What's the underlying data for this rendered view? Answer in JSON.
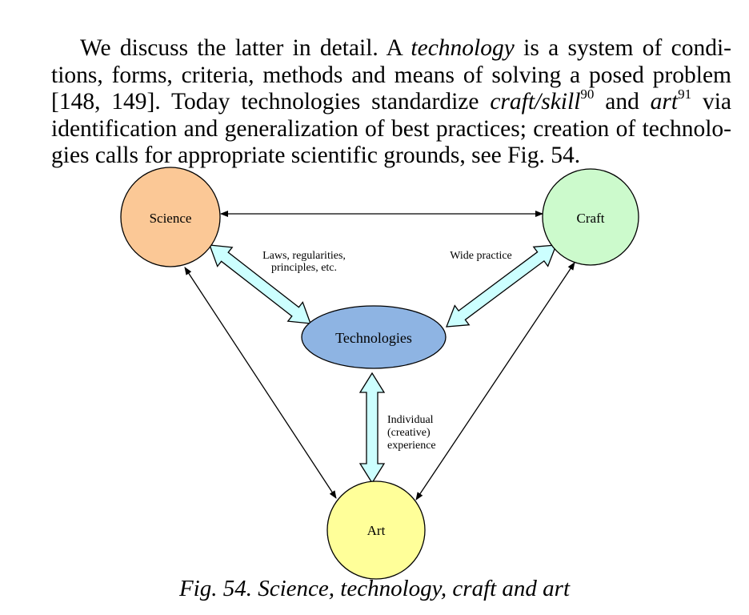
{
  "paragraph": {
    "line1_a": "We discuss the latter in detail. A ",
    "line1_term": "technology",
    "line1_b": " is a system of condi-",
    "line2": "tions, forms, criteria, methods and means of solving a posed problem",
    "line3_a": "[148, 149]. Today technologies standardize ",
    "line3_craft": "craft/skill",
    "line3_fn1": "90",
    "line3_and": " and ",
    "line3_art": "art",
    "line3_fn2": "91",
    "line3_b": " via",
    "line4": "identification and generalization of best practices; creation of technolo-",
    "line5": "gies calls for appropriate scientific grounds, see Fig. 54."
  },
  "diagram": {
    "nodes": {
      "science": {
        "label": "Science",
        "color": "#fbc896"
      },
      "craft": {
        "label": "Craft",
        "color": "#ccfacc"
      },
      "technologies": {
        "label": "Technologies",
        "color": "#8eb4e3"
      },
      "art": {
        "label": "Art",
        "color": "#ffff99"
      }
    },
    "arrow_fill": "#ccffff",
    "labels": {
      "laws_line1": "Laws, regularities,",
      "laws_line2": "principles, etc.",
      "wide_practice": "Wide practice",
      "individual_line1": "Individual",
      "individual_line2": "(creative)",
      "individual_line3": "experience"
    }
  },
  "caption": "Fig. 54. Science, technology, craft and art"
}
